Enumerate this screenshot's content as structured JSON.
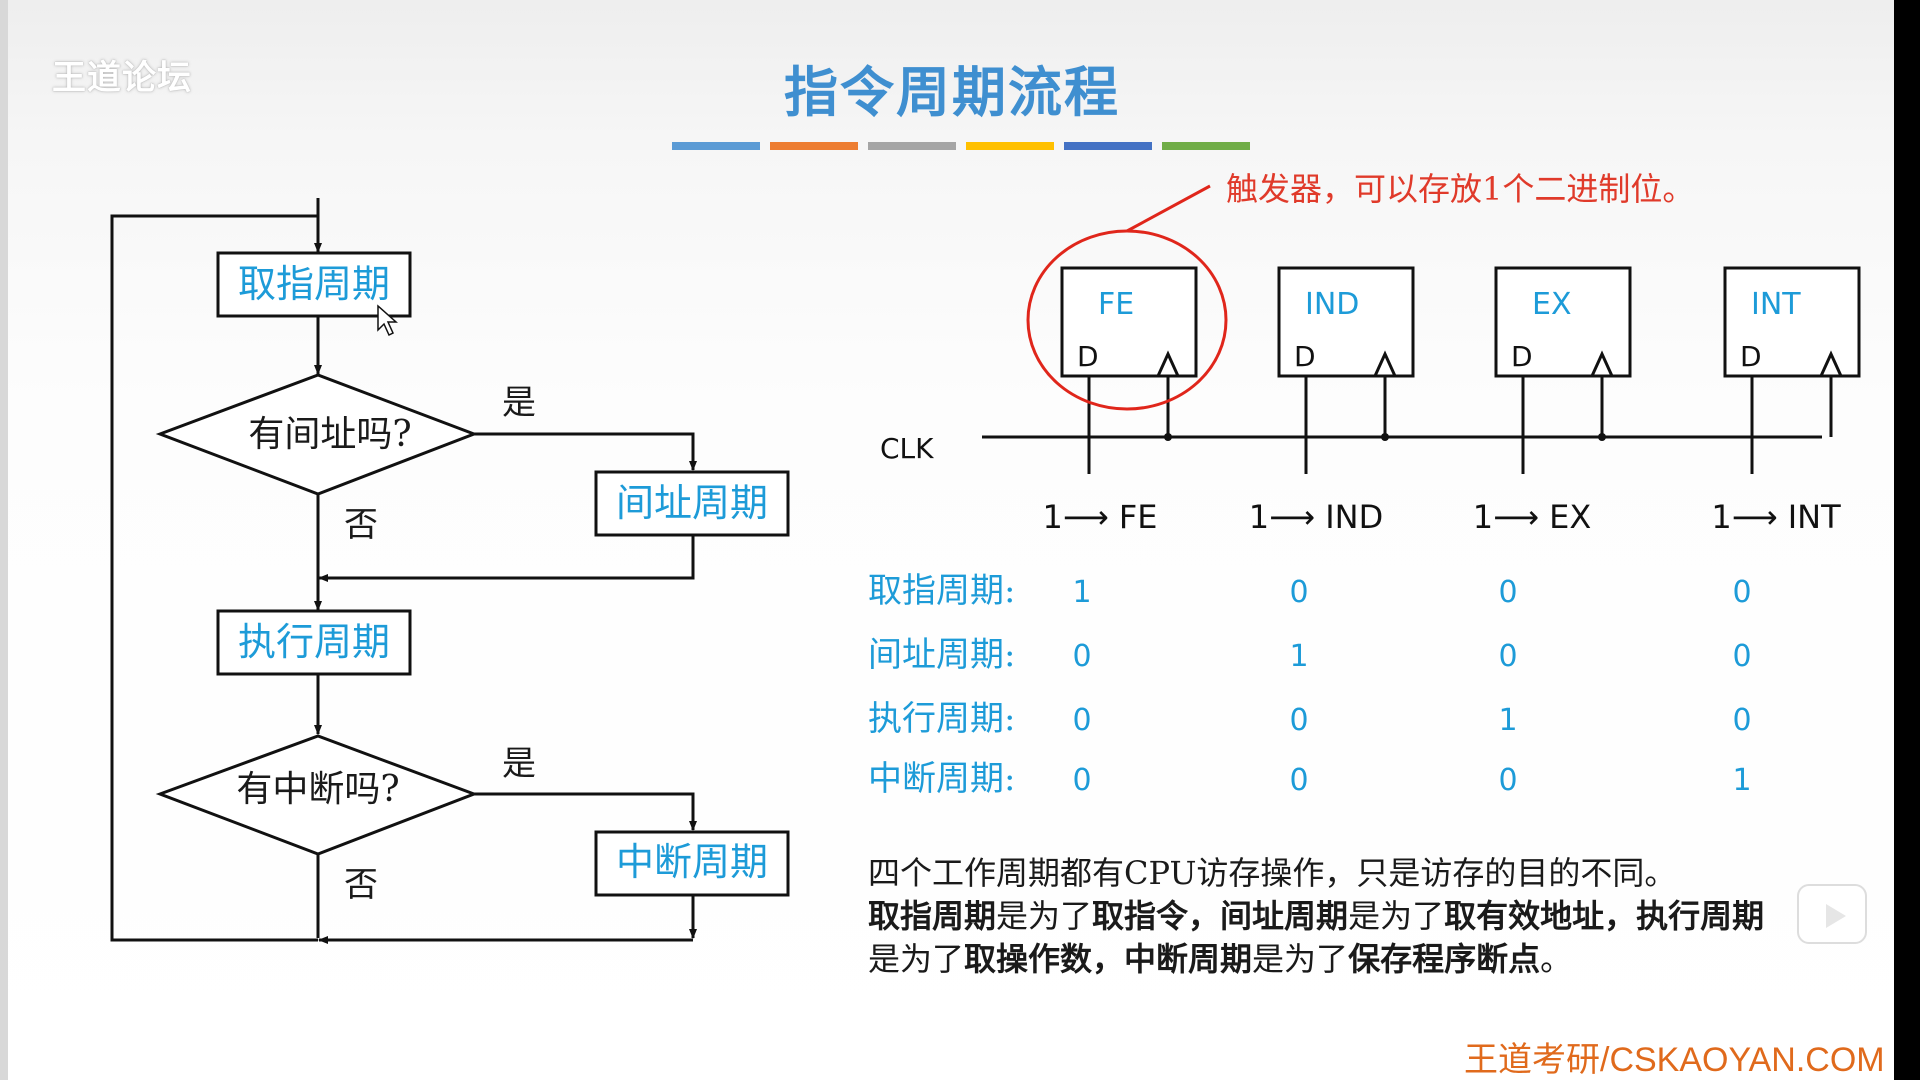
{
  "watermark": "王道论坛",
  "title": "指令周期流程",
  "title_bar_colors": [
    "#5b9bd5",
    "#ed7d31",
    "#a5a5a5",
    "#ffc000",
    "#4472c4",
    "#70ad47"
  ],
  "flowchart": {
    "fetch_cycle": "取指周期",
    "indirect_question": "有间址吗?",
    "indirect_cycle": "间址周期",
    "execute_cycle": "执行周期",
    "interrupt_question": "有中断吗?",
    "interrupt_cycle": "中断周期",
    "yes": "是",
    "no": "否"
  },
  "flipflop_note": "触发器，可以存放1个二进制位。",
  "clock_label": "CLK",
  "flipflops": [
    {
      "name": "FE",
      "d": "D",
      "set_label": "1⟶ FE"
    },
    {
      "name": "IND",
      "d": "D",
      "set_label": "1⟶ IND"
    },
    {
      "name": "EX",
      "d": "D",
      "set_label": "1⟶ EX"
    },
    {
      "name": "INT",
      "d": "D",
      "set_label": "1⟶ INT"
    }
  ],
  "state_table": [
    {
      "label": "取指周期:",
      "values": [
        "1",
        "0",
        "0",
        "0"
      ]
    },
    {
      "label": "间址周期:",
      "values": [
        "0",
        "1",
        "0",
        "0"
      ]
    },
    {
      "label": "执行周期:",
      "values": [
        "0",
        "0",
        "1",
        "0"
      ]
    },
    {
      "label": "中断周期:",
      "values": [
        "0",
        "0",
        "0",
        "1"
      ]
    }
  ],
  "summary": {
    "line1": "四个工作周期都有CPU访存操作，只是访存的目的不同。",
    "p1": "取指周期",
    "t1": "是为了",
    "b1": "取指令",
    "p2": "，间址周期",
    "t2": "是为了",
    "b2": "取有效地址",
    "p3": "，执行周期",
    "t3": "是为了",
    "b3": "取操作数",
    "p4": "，中断周期",
    "t4": "是为了",
    "b4": "保存程序断点",
    "end": "。"
  },
  "footer": "王道考研/CSKAOYAN.COM"
}
